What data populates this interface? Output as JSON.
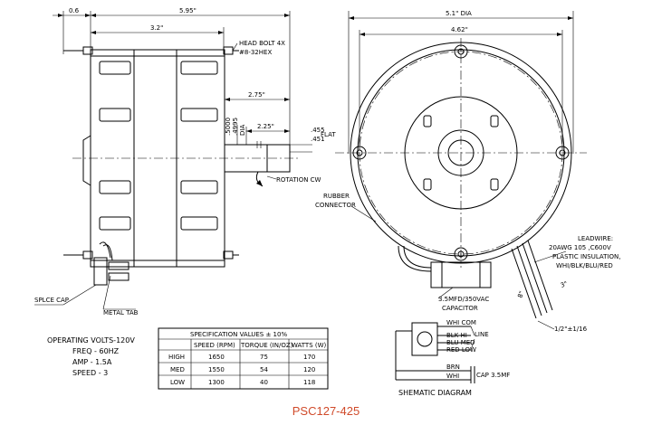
{
  "dimensions": {
    "shaft_ext": "0.6",
    "overall_length": "5.95\"",
    "body_length": "3.2\"",
    "shaft_length": "2.75\"",
    "flat_length": "2.25\"",
    "shaft_dia_1": ".5000",
    "shaft_dia_2": ".4995",
    "shaft_dia_unit": "DIA",
    "flat_1": ".455",
    "flat_2": ".451",
    "flat_label": "FLAT",
    "outer_dia": "5.1\" DIA",
    "bolt_circle": "4.62\"",
    "lead_width": "3\"",
    "lead_len": "8\"",
    "strip_len": "1/2\"±1/16"
  },
  "labels": {
    "head_bolt_1": "HEAD BOLT 4X",
    "head_bolt_2": "#8-32HEX",
    "rotation": "ROTATION CW",
    "rubber_1": "RUBBER",
    "rubber_2": "CONNECTOR",
    "splice_cap": "SPLCE CAP",
    "metal_tab": "METAL TAB",
    "capacitor_1": "3.5MFD/350VAC",
    "capacitor_2": "CAPACITOR",
    "leadwire": [
      "LEADWIRE:",
      "20AWG 105 ,C600V",
      "PLASTIC INSULATION,",
      "WHI/BLK/BLU/RED"
    ]
  },
  "operating": [
    "OPERATING VOLTS-120V",
    "FREQ - 60HZ",
    "AMP - 1.5A",
    "SPEED - 3"
  ],
  "spec_table": {
    "title": "SPECIFICATION VALUES  ±  10%",
    "headers": [
      "",
      "SPEED (RPM)",
      "TORQUE (IN/OZ)",
      "WATTS (W)"
    ],
    "rows": [
      [
        "HIGH",
        "1650",
        "75",
        "170"
      ],
      [
        "MED",
        "1550",
        "54",
        "120"
      ],
      [
        "LOW",
        "1300",
        "40",
        "118"
      ]
    ]
  },
  "schematic": {
    "title": "SHEMATIC DIAGRAM",
    "wires": [
      "WHI COM",
      "BLK HI",
      "BLU MED",
      "RED LOW",
      "BRN",
      "WHI"
    ],
    "line_label": "LINE",
    "cap_label": "CAP 3.5MF"
  },
  "part_number": "PSC127-425"
}
